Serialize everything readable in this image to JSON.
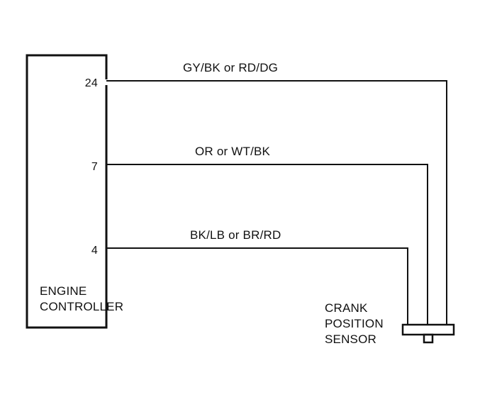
{
  "controller": {
    "label_line1": "ENGINE",
    "label_line2": "CONTROLLER"
  },
  "sensor": {
    "label_line1": "CRANK",
    "label_line2": "POSITION",
    "label_line3": "SENSOR"
  },
  "circuits": [
    {
      "pin": "24",
      "wire_colors": "GY/BK or RD/DG"
    },
    {
      "pin": "7",
      "wire_colors": "OR or WT/BK"
    },
    {
      "pin": "4",
      "wire_colors": "BK/LB or BR/RD"
    }
  ]
}
